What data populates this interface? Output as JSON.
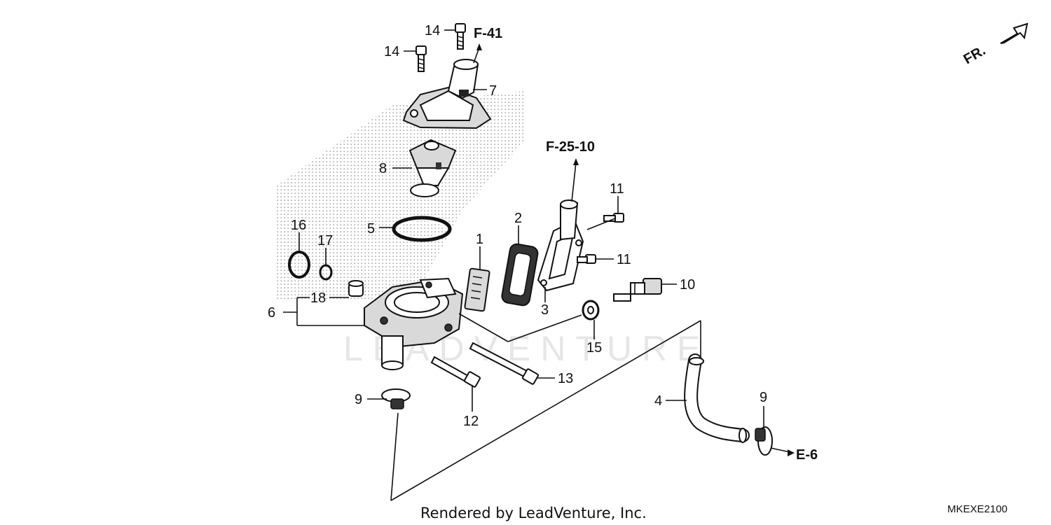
{
  "diagram": {
    "code": "MKEXE2100",
    "footer": "Rendered by LeadVenture, Inc.",
    "watermark": "LEADVENTURE",
    "direction_label": "FR.",
    "references": {
      "f41": "F-41",
      "f2510": "F-25-10",
      "e6": "E-6"
    },
    "callouts": {
      "p1": "1",
      "p2": "2",
      "p3": "3",
      "p4": "4",
      "p5": "5",
      "p6": "6",
      "p7": "7",
      "p8": "8",
      "p9a": "9",
      "p9b": "9",
      "p10": "10",
      "p11a": "11",
      "p11b": "11",
      "p12": "12",
      "p13": "13",
      "p14a": "14",
      "p14b": "14",
      "p15": "15",
      "p16": "16",
      "p17": "17",
      "p18": "18"
    }
  }
}
